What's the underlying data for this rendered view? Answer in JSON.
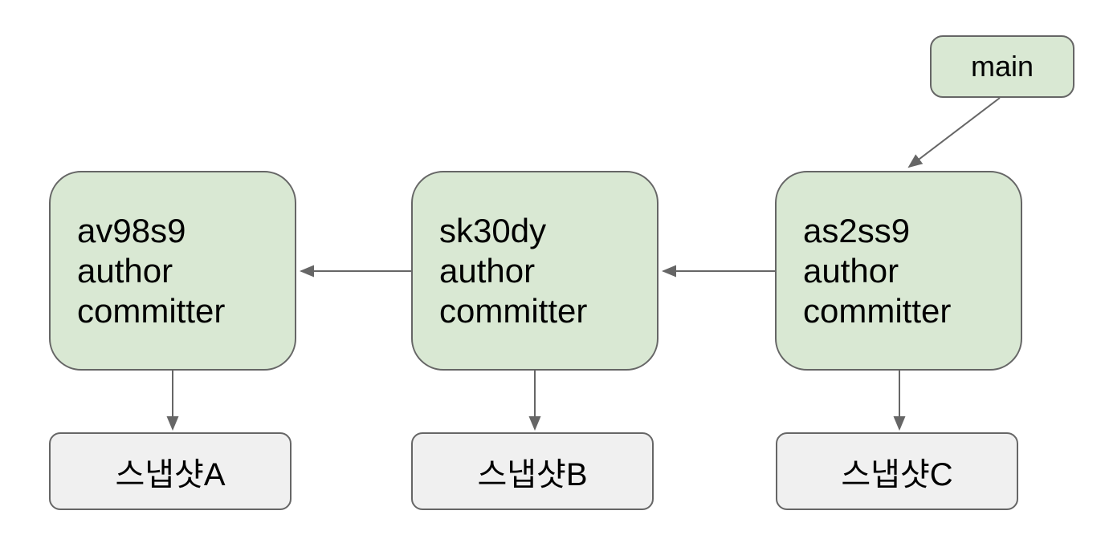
{
  "branch": {
    "label": "main"
  },
  "commits": [
    {
      "id": "commit-a",
      "lines": [
        "av98s9",
        "author",
        "committer"
      ]
    },
    {
      "id": "commit-b",
      "lines": [
        "sk30dy",
        "author",
        "committer"
      ]
    },
    {
      "id": "commit-c",
      "lines": [
        "as2ss9",
        "author",
        "committer"
      ]
    }
  ],
  "snapshots": [
    {
      "id": "snapshot-a",
      "label": "스냅샷A"
    },
    {
      "id": "snapshot-b",
      "label": "스냅샷B"
    },
    {
      "id": "snapshot-c",
      "label": "스냅샷C"
    }
  ],
  "edges": [
    {
      "from": "main",
      "to": "as2ss9",
      "type": "branch-pointer"
    },
    {
      "from": "as2ss9",
      "to": "sk30dy",
      "type": "parent-pointer"
    },
    {
      "from": "sk30dy",
      "to": "av98s9",
      "type": "parent-pointer"
    },
    {
      "from": "av98s9",
      "to": "스냅샷A",
      "type": "snapshot-pointer"
    },
    {
      "from": "sk30dy",
      "to": "스냅샷B",
      "type": "snapshot-pointer"
    },
    {
      "from": "as2ss9",
      "to": "스냅샷C",
      "type": "snapshot-pointer"
    }
  ],
  "colors": {
    "commit_fill": "#d9e8d3",
    "snapshot_fill": "#f0f0f0",
    "border": "#666666",
    "arrow": "#666666",
    "text": "#000000",
    "background": "#ffffff"
  }
}
